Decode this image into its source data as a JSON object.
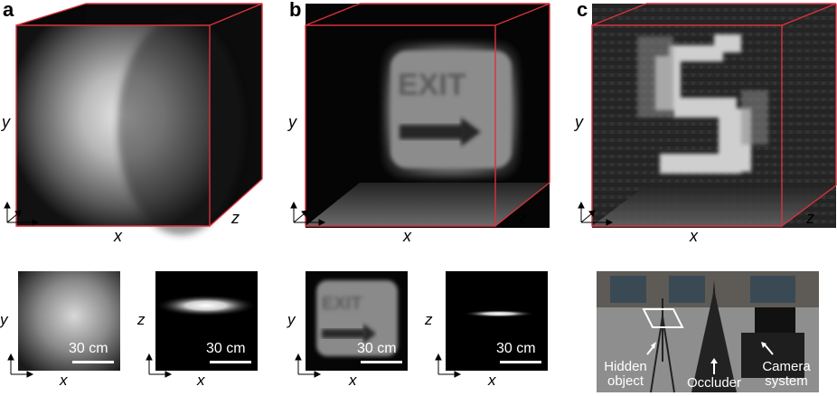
{
  "panels": {
    "a": {
      "label": "a"
    },
    "b": {
      "label": "b"
    },
    "c": {
      "label": "c"
    }
  },
  "axes": {
    "x": "x",
    "y": "y",
    "z": "z"
  },
  "scale_bar": "30 cm",
  "photo": {
    "hidden_object_line1": "Hidden",
    "hidden_object_line2": "object",
    "occluder": "Occluder",
    "camera_line1": "Camera",
    "camera_line2": "system"
  },
  "colors": {
    "cube_edge": "#d8323c",
    "background": "#ffffff",
    "volume": "#000000"
  }
}
